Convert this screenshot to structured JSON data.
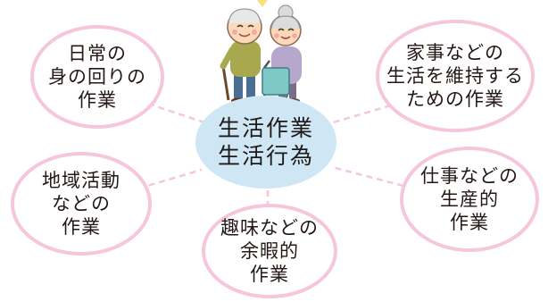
{
  "center": {
    "lines": [
      "生活作業",
      "生活行為"
    ]
  },
  "categories": [
    {
      "id": "self-care",
      "lines": [
        "日常の",
        "身の回りの",
        "作業"
      ]
    },
    {
      "id": "household",
      "lines": [
        "家事などの",
        "生活を維持する",
        "ための作業"
      ]
    },
    {
      "id": "community",
      "lines": [
        "地域活動",
        "などの",
        "作業"
      ]
    },
    {
      "id": "work",
      "lines": [
        "仕事などの",
        "生産的",
        "作業"
      ]
    },
    {
      "id": "leisure",
      "lines": [
        "趣味などの",
        "余暇的",
        "作業"
      ]
    }
  ],
  "colors": {
    "bubble_border": "#f5c6dc",
    "center_fill": "#cfe6f5",
    "connector": "#f5c6dc"
  },
  "illustration": "elderly-couple-with-walker"
}
